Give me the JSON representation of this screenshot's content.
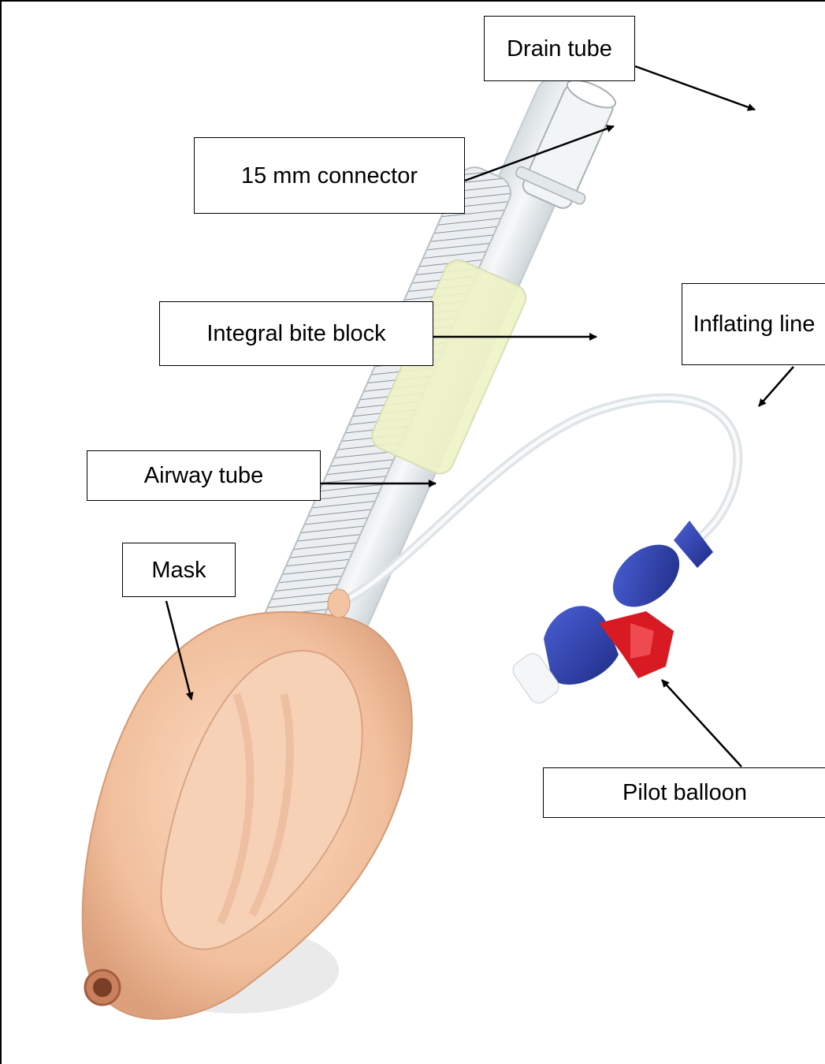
{
  "figure": {
    "labels": {
      "drain_tube": "Drain tube",
      "connector": "15 mm connector",
      "bite_block": "Integral bite block",
      "inflating_line": "Inflating line",
      "airway_tube": "Airway tube",
      "mask": "Mask",
      "pilot_balloon": "Pilot balloon"
    },
    "colors": {
      "mask": "#f3c4a2",
      "tube": "#e6eaec",
      "bite_block": "#eef3c6",
      "pilot_blue": "#2d3fb0",
      "pilot_red": "#d81a22",
      "line": "#000000"
    }
  }
}
